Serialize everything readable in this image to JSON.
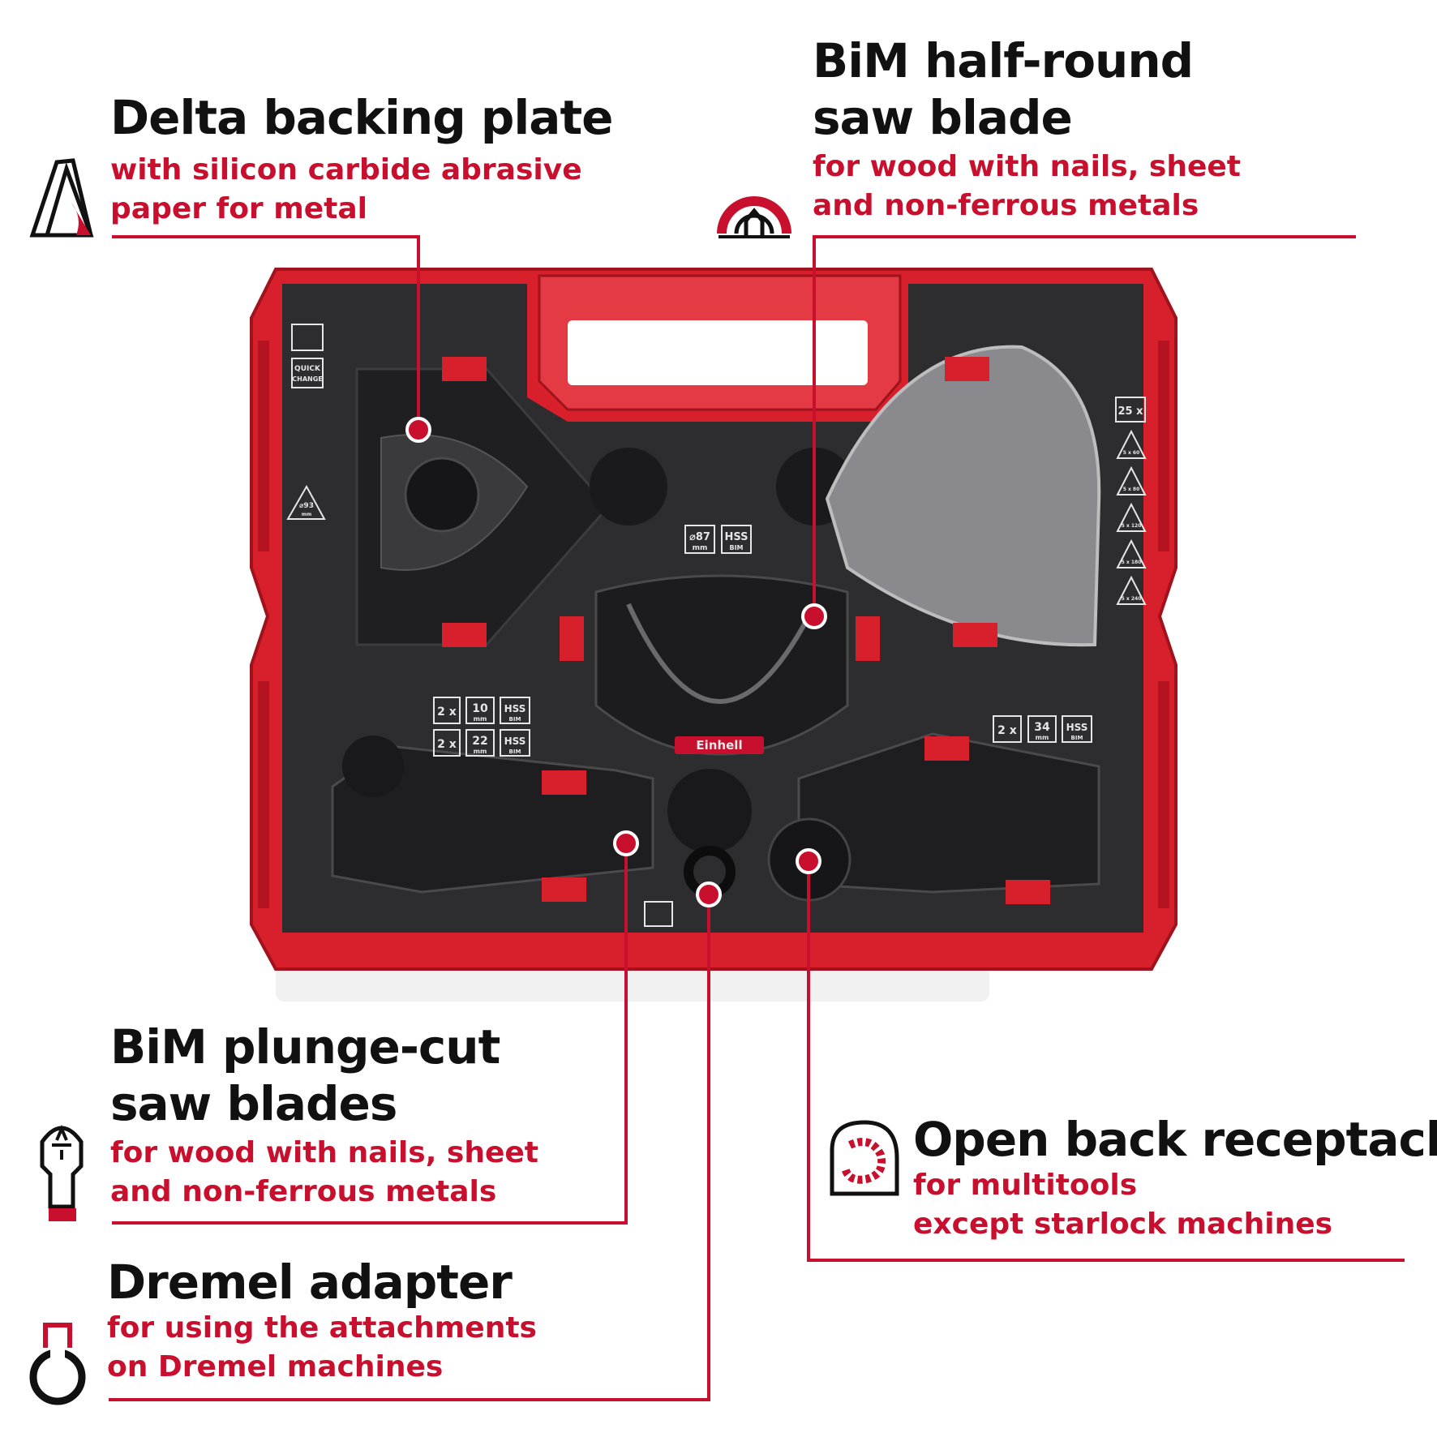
{
  "colors": {
    "accent": "#c8102e",
    "text": "#111111",
    "case_red": "#d8202c",
    "tray": "#2d2d2f"
  },
  "callouts": {
    "delta": {
      "title": "Delta backing plate",
      "line1": "with silicon carbide abrasive",
      "line2": "paper for metal",
      "icon": "sanding-pad-icon"
    },
    "halfround": {
      "title1": "BiM half-round",
      "title2": "saw blade",
      "line1": "for wood with nails, sheet",
      "line2": "and non-ferrous metals",
      "icon": "half-round-blade-icon"
    },
    "plunge": {
      "title1": "BiM plunge-cut",
      "title2": "saw blades",
      "line1": "for wood with nails, sheet",
      "line2": "and non-ferrous metals",
      "icon": "plunge-blade-icon"
    },
    "openback": {
      "title": "Open back receptacle",
      "line1": "for multitools",
      "line2": "except starlock machines",
      "icon": "open-back-receptacle-icon"
    },
    "dremel": {
      "title": "Dremel adapter",
      "line1": "for using the attachments",
      "line2": "on Dremel machines",
      "icon": "dremel-adapter-icon"
    }
  },
  "case_labels": {
    "quick": "QUICK",
    "change": "CHANGE",
    "pad_size": "⌀93",
    "pad_unit": "mm",
    "blade_dia": "⌀87",
    "mm": "mm",
    "hss": "HSS",
    "bim": "BIM",
    "qty_25": "25 x",
    "grit_1": "5 x 60",
    "grit_2": "5 x 80",
    "grit_3": "5 x 120",
    "grit_4": "5 x 180",
    "grit_5": "5 x 240",
    "qty_2": "2 x",
    "w10": "10",
    "w22": "22",
    "w34": "34",
    "brand": "Einhell"
  }
}
